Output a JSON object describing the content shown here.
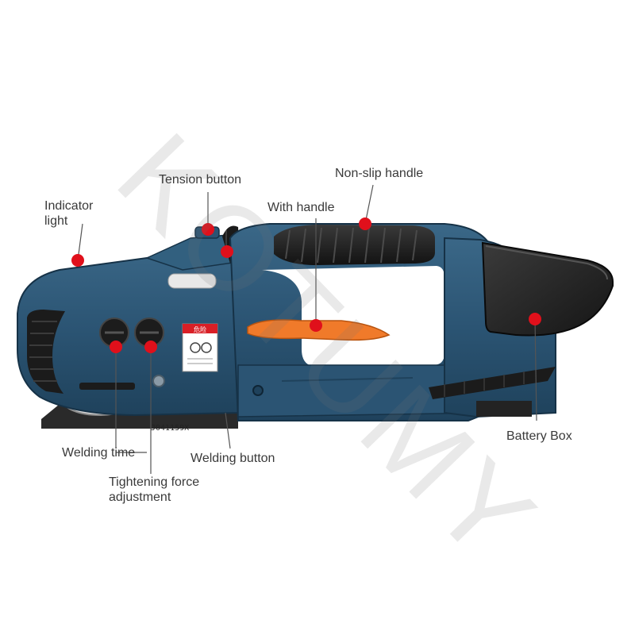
{
  "watermark": "KOTUMY",
  "colors": {
    "body": "#2b5473",
    "body_dark": "#1d3c54",
    "grip": "#1e1e1e",
    "trigger": "#f07a2a",
    "marker": "#e0101b",
    "base": "#2a2a2a"
  },
  "product": {
    "serial": "J041159X",
    "warning_tag": "危险"
  },
  "callouts": [
    {
      "id": "indicator-light",
      "text": "Indicator\nlight"
    },
    {
      "id": "tension-button",
      "text": "Tension button"
    },
    {
      "id": "non-slip-handle",
      "text": "Non-slip handle"
    },
    {
      "id": "with-handle",
      "text": "With handle"
    },
    {
      "id": "battery-box",
      "text": "Battery Box"
    },
    {
      "id": "welding-time",
      "text": "Welding time"
    },
    {
      "id": "welding-button",
      "text": "Welding button"
    },
    {
      "id": "tightening-force",
      "text": "Tightening force\nadjustment"
    }
  ]
}
